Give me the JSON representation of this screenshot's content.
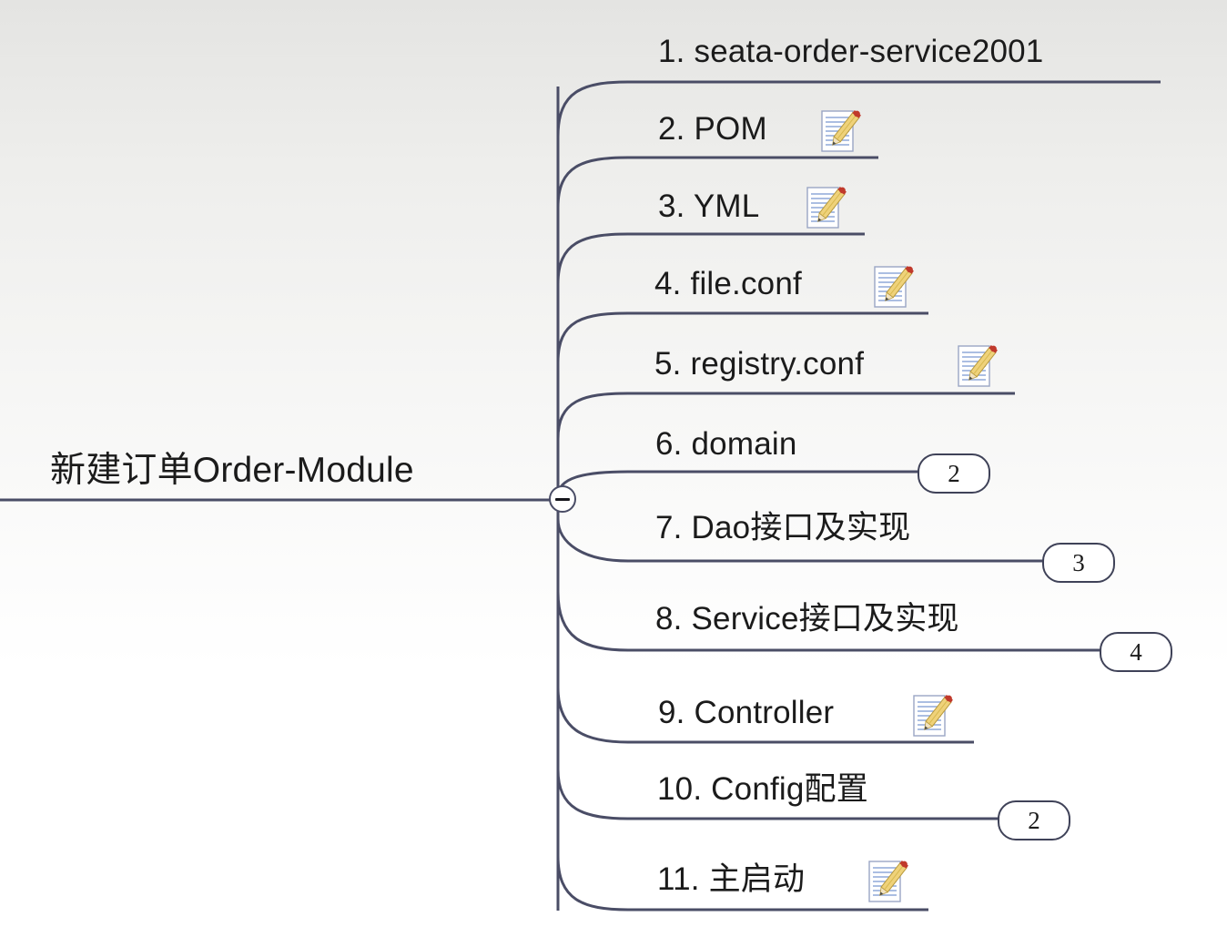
{
  "diagram": {
    "type": "mindmap",
    "title": "新建订单Order-Module",
    "orientation": "left-to-right",
    "line_color": "#4a4d66",
    "text_color": "#1b1b1b",
    "background": "#ffffff"
  },
  "root": {
    "label": "新建订单Order-Module",
    "toggle": {
      "name": "collapse-toggle",
      "state": "expanded",
      "glyph": "minus"
    }
  },
  "branches": [
    {
      "index": 1,
      "label": "1. seata-order-service2001",
      "has_note_icon": false,
      "badge": null
    },
    {
      "index": 2,
      "label": "2. POM",
      "has_note_icon": true,
      "badge": null
    },
    {
      "index": 3,
      "label": "3. YML",
      "has_note_icon": true,
      "badge": null
    },
    {
      "index": 4,
      "label": "4. file.conf",
      "has_note_icon": true,
      "badge": null
    },
    {
      "index": 5,
      "label": "5. registry.conf",
      "has_note_icon": true,
      "badge": null
    },
    {
      "index": 6,
      "label": "6. domain",
      "has_note_icon": false,
      "badge": "2"
    },
    {
      "index": 7,
      "label": "7. Dao接口及实现",
      "has_note_icon": false,
      "badge": "3"
    },
    {
      "index": 8,
      "label": "8. Service接口及实现",
      "has_note_icon": false,
      "badge": "4"
    },
    {
      "index": 9,
      "label": "9. Controller",
      "has_note_icon": true,
      "badge": null
    },
    {
      "index": 10,
      "label": "10. Config配置",
      "has_note_icon": false,
      "badge": "2"
    },
    {
      "index": 11,
      "label": "11. 主启动",
      "has_note_icon": true,
      "badge": null
    }
  ],
  "icons": {
    "note": "note-pencil-icon",
    "toggle": "minus-circle-icon"
  }
}
